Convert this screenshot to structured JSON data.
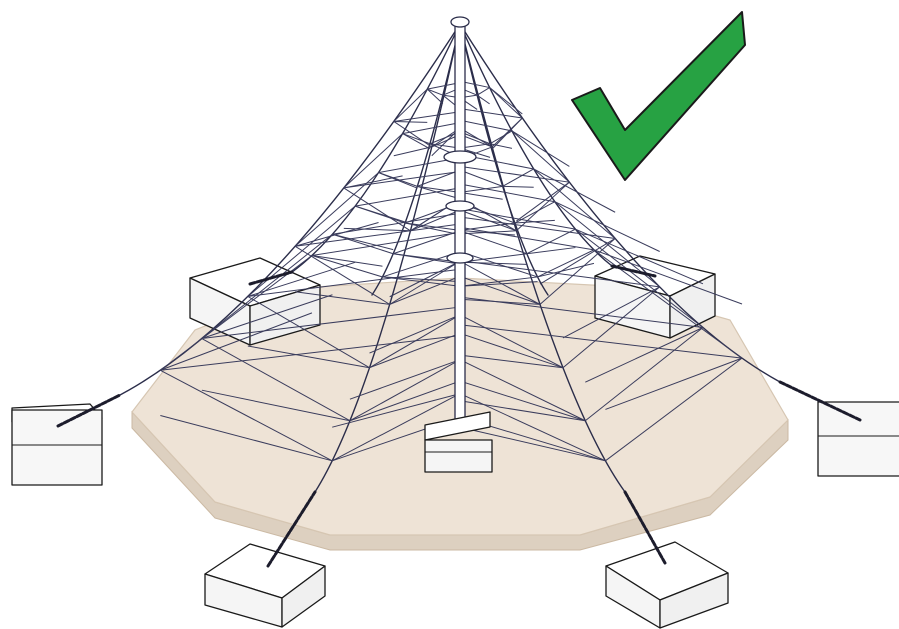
{
  "figure": {
    "subject": "rope-pyramid-net",
    "status_icon": "checkmark-icon",
    "colors": {
      "ground": "#eee3d6",
      "ground_edge": "#d6c6b2",
      "rope": "#2b2d4a",
      "block_top": "#ffffff",
      "block_side": "#f4f4f4",
      "check_fill": "#27a243",
      "check_stroke": "#1a1a1a"
    },
    "anchors": [
      {
        "name": "anchor-block-back-left"
      },
      {
        "name": "anchor-block-back-right"
      },
      {
        "name": "anchor-block-left"
      },
      {
        "name": "anchor-block-right"
      },
      {
        "name": "anchor-block-front-left"
      },
      {
        "name": "anchor-block-front-right"
      },
      {
        "name": "anchor-block-center"
      }
    ]
  }
}
